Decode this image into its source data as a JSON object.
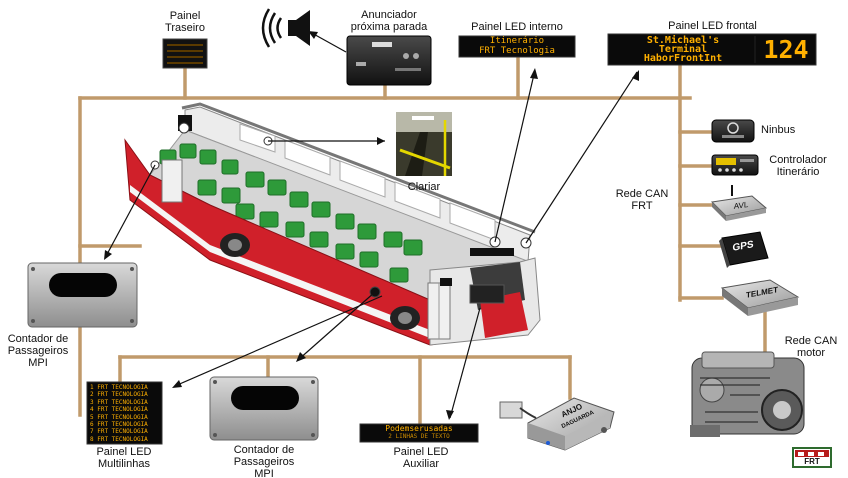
{
  "labels": {
    "painel_traseiro": [
      "Painel",
      "Traseiro"
    ],
    "anunciador": [
      "Anunciador",
      "próxima parada"
    ],
    "painel_led_interno": "Painel LED interno",
    "painel_led_frontal": "Painel LED frontal",
    "clariar": "Clariar",
    "ninbus": "Ninbus",
    "controlador": [
      "Controlador",
      "Itinerário"
    ],
    "rede_can_frt": [
      "Rede CAN",
      "FRT"
    ],
    "rede_can_motor": [
      "Rede CAN",
      "motor"
    ],
    "contador_left": [
      "Contador de",
      "Passageiros",
      "MPI"
    ],
    "contador_bottom": [
      "Contador de",
      "Passageiros",
      "MPI"
    ],
    "painel_multilinhas": [
      "Painel LED",
      "Multilinhas"
    ],
    "painel_auxiliar": [
      "Painel LED",
      "Auxiliar"
    ]
  },
  "led_front": {
    "line1": "St.Michael's",
    "line2": "Terminal",
    "line3": "HaborFrontInt",
    "route": "124"
  },
  "led_interno": {
    "line1": "Itinerário",
    "line2": "FRT Tecnologia"
  },
  "led_auxiliar": {
    "line1": "Podemserusadas",
    "line2": "2 LINHAS DE TEXTO"
  },
  "multilinhas_lines": [
    "1 FRT TECNOLOGIA",
    "2 FRT TECNOLOGIA",
    "3 FRT TECNOLOGIA",
    "4 FRT TECNOLOGIA",
    "5 FRT TECNOLOGIA",
    "6 FRT TECNOLOGIA",
    "7 FRT TECNOLOGIA",
    "8 FRT TECNOLOGIA"
  ],
  "device_labels": {
    "avl": "AVL",
    "gps": "GPS",
    "telmet": "TELMET",
    "anjo": "ANJO",
    "daguarda": "DAGUARDA"
  },
  "logo_text": "FRT",
  "colors": {
    "bus_line": "#c09a6b",
    "led_amber": "#ffb000",
    "bus_red": "#d0202a",
    "seat_green": "#2e9a3a"
  }
}
